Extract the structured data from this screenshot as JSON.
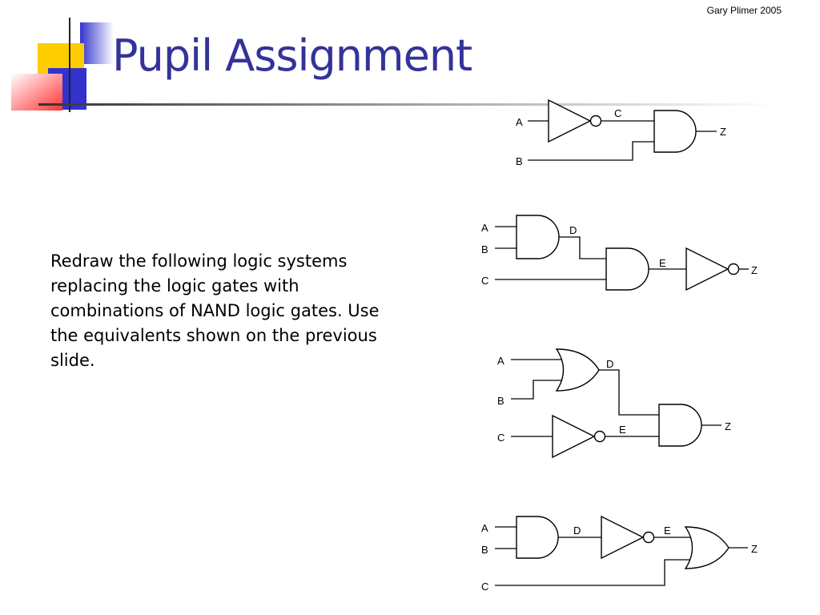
{
  "slide": {
    "author": "Gary Plimer 2005",
    "title": "Pupil Assignment",
    "body": "Redraw the following logic systems replacing the logic gates with combinations of NAND logic gates. Use the equivalents shown on the previous slide."
  },
  "colors": {
    "title": "#333399",
    "deco_yellow": "#ffcc00",
    "deco_blue": "#3333cc",
    "deco_red": "#ff3333",
    "rule": "#444444"
  },
  "circuits": [
    {
      "id": "circuit-1",
      "description_gates": [
        "NOT",
        "AND"
      ],
      "labels": {
        "in_a": "A",
        "in_b": "B",
        "node_c": "C",
        "out": "Z"
      }
    },
    {
      "id": "circuit-2",
      "description_gates": [
        "AND",
        "AND",
        "NOT"
      ],
      "labels": {
        "in_a": "A",
        "in_b": "B",
        "in_c": "C",
        "node_d": "D",
        "node_e": "E",
        "out": "Z"
      }
    },
    {
      "id": "circuit-3",
      "description_gates": [
        "OR",
        "NOT",
        "AND"
      ],
      "labels": {
        "in_a": "A",
        "in_b": "B",
        "in_c": "C",
        "node_d": "D",
        "node_e": "E",
        "out": "Z"
      }
    },
    {
      "id": "circuit-4",
      "description_gates": [
        "AND",
        "NOT",
        "OR"
      ],
      "labels": {
        "in_a": "A",
        "in_b": "B",
        "in_c": "C",
        "node_d": "D",
        "node_e": "E",
        "out": "Z"
      }
    }
  ]
}
